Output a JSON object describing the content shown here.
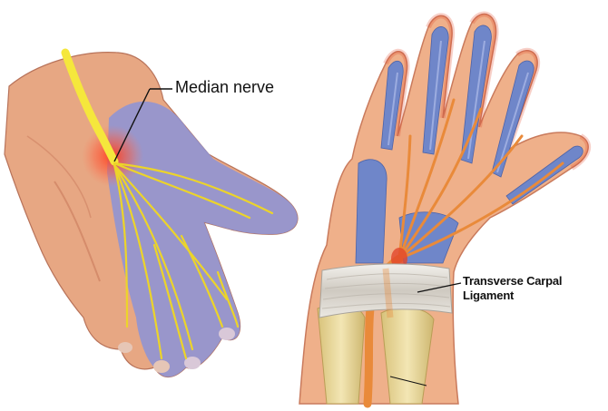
{
  "labels": {
    "median_nerve": "Median nerve",
    "transverse_carpal_line1": "Transverse Carpal",
    "transverse_carpal_line2": "Ligament"
  },
  "colors": {
    "skin": "#e7a783",
    "skin_shadow": "#c97a5c",
    "nerve": "#f2e23a",
    "sensory_area": "#8b93d8",
    "tendon": "#6f86c9",
    "ligament": "#d9d6cf",
    "bone": "#e9d79a",
    "inflamed": "#e2462a",
    "nerve_orange": "#e98a3a"
  }
}
